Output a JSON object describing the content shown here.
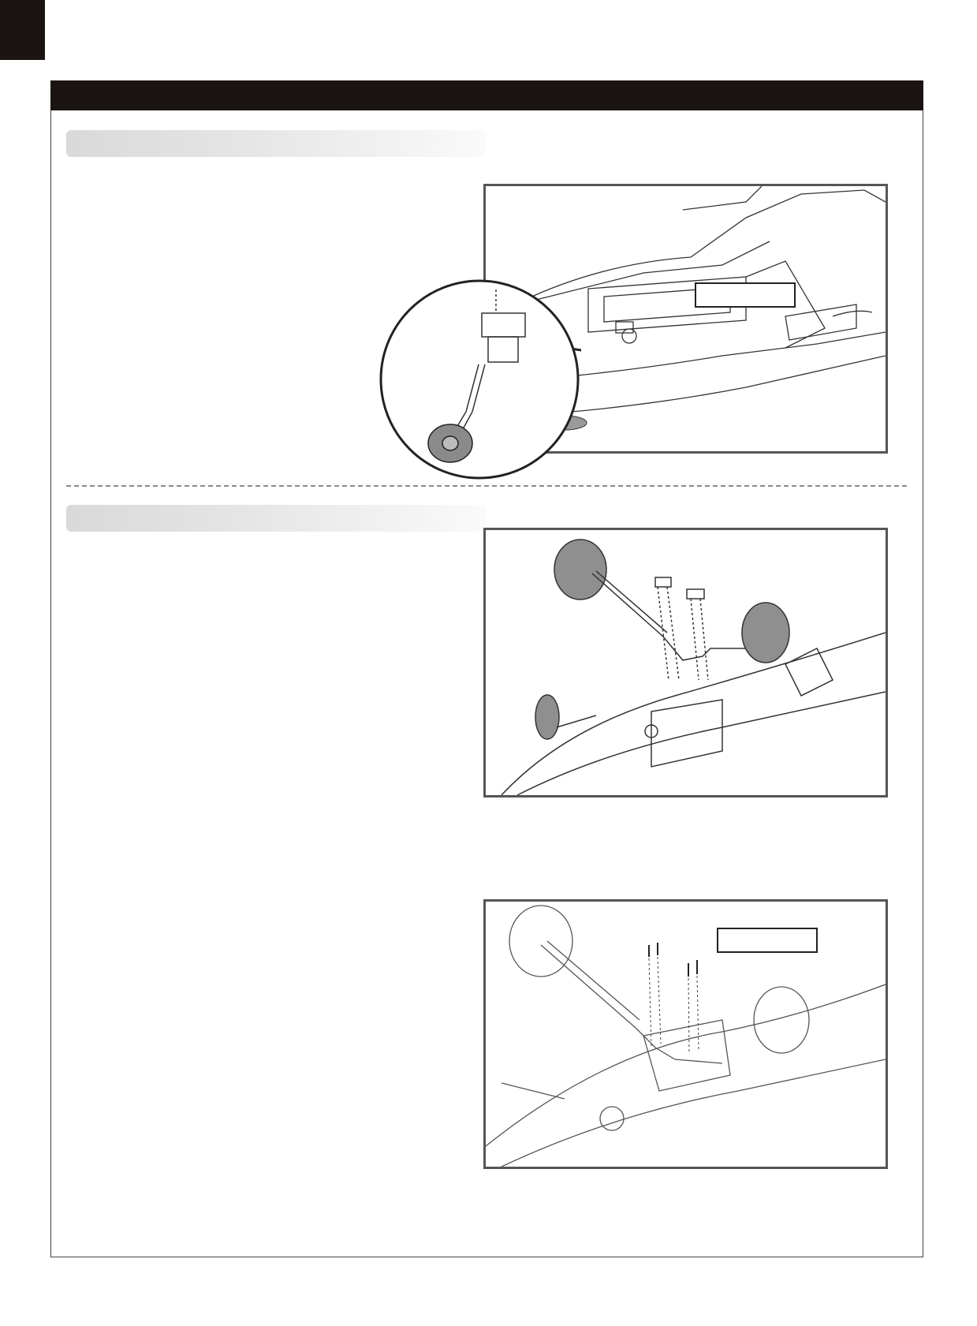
{
  "page": {
    "header_bar": {},
    "sections": [
      {
        "id": "section-1",
        "heading": ""
      },
      {
        "id": "section-2",
        "heading": ""
      }
    ],
    "figures": [
      {
        "id": "fig-tail-wheel",
        "callout_text": "",
        "icons": [
          "fuselage-icon",
          "tail-wheel-icon",
          "zoom-circle-icon"
        ]
      },
      {
        "id": "fig-main-gear",
        "icons": [
          "fuselage-icon",
          "main-gear-icon",
          "gear-strap-icon"
        ]
      },
      {
        "id": "fig-gear-screws",
        "callout_text": "",
        "icons": [
          "fuselage-icon",
          "main-gear-icon",
          "screw-icon"
        ]
      }
    ]
  },
  "colors": {
    "header": "#1a1512",
    "frame": "#444444",
    "tire": "#8a8a8a"
  }
}
